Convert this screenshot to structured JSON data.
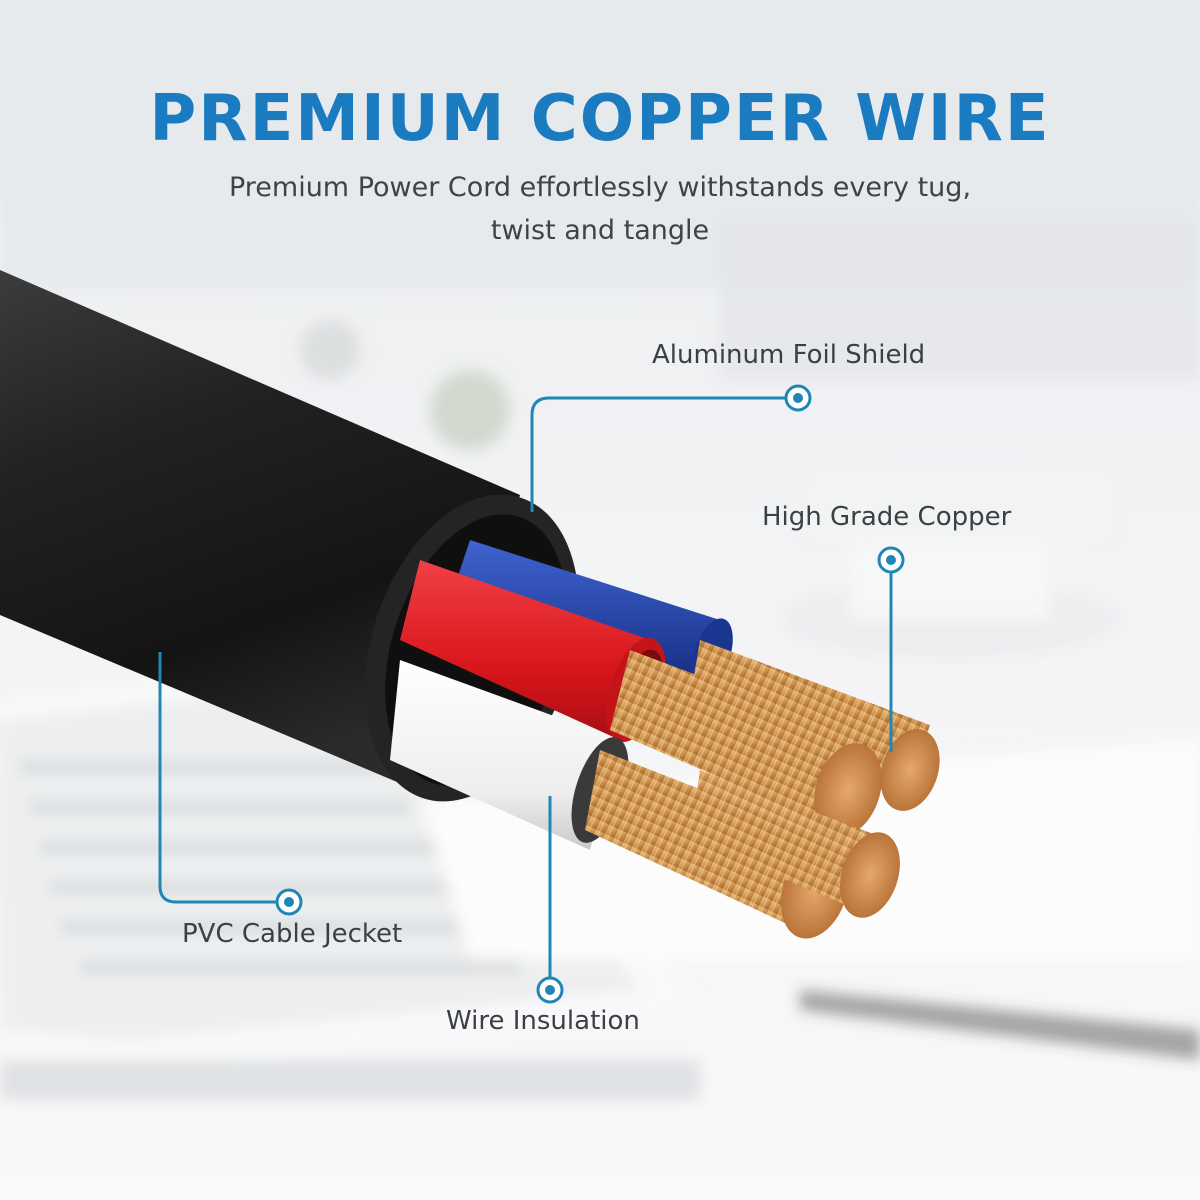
{
  "header": {
    "title": "PREMIUM COPPER WIRE",
    "subtitle_line1": "Premium Power Cord effortlessly withstands every tug,",
    "subtitle_line2": "twist and tangle"
  },
  "callouts": {
    "foil": "Aluminum Foil Shield",
    "copper": "High Grade Copper",
    "jacket": "PVC Cable Jecket",
    "insulation": "Wire Insulation"
  },
  "colors": {
    "title": "#1b7bc0",
    "callout_line": "#1f87b4",
    "jacket": "#1e1e1e",
    "red_wire": "#e01e24",
    "blue_wire": "#1e3fa8",
    "white_wire": "#f4f4f4",
    "copper": "#c98a45"
  }
}
